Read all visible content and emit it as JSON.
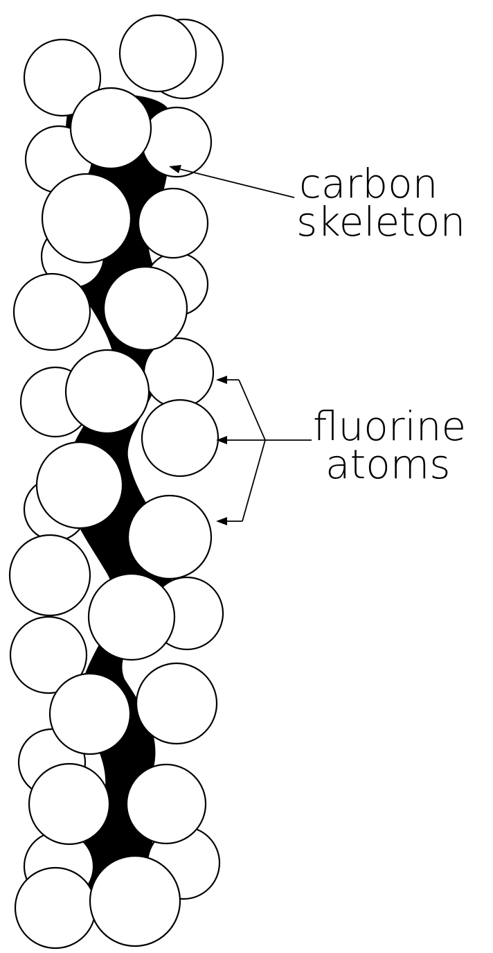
{
  "labels": {
    "carbon_line1": "carbon",
    "carbon_line2": "skeleton",
    "fluorine_line1": "fluorine",
    "fluorine_line2": "atoms"
  },
  "colors": {
    "atom_fill": "#ffffff",
    "outline": "#000000",
    "skeleton": "#000000",
    "background": "#ffffff"
  }
}
